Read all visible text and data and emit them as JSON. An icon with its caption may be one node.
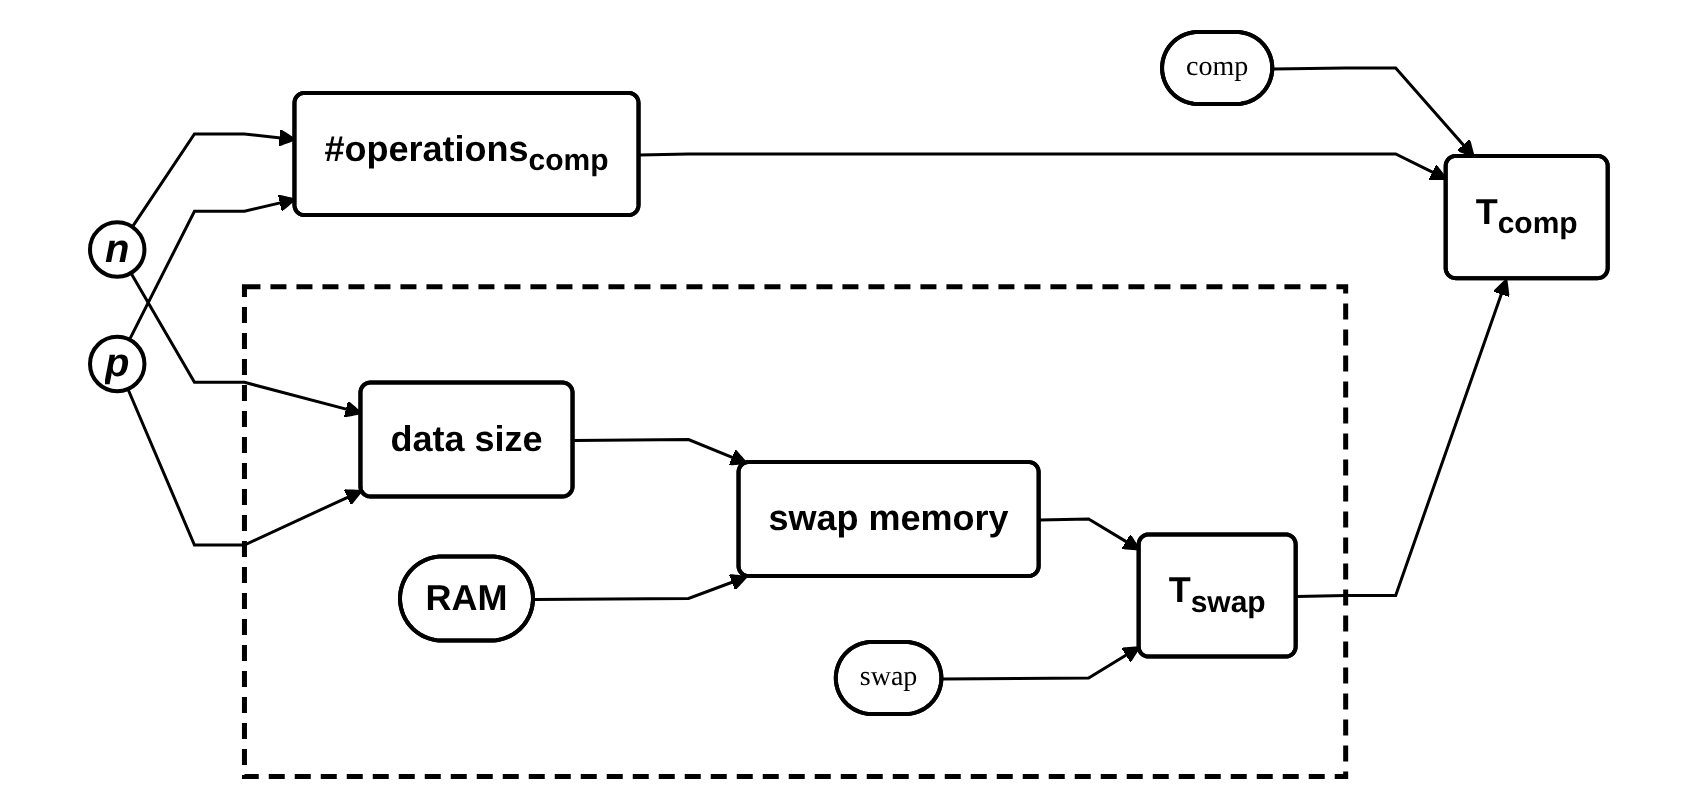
{
  "diagram": {
    "nodes": [
      {
        "text": [
          "n"
        ]
      },
      {
        "text": [
          "p"
        ]
      },
      {
        "text": [
          "comp"
        ]
      },
      {
        "text": [
          "#operations$_{comp}$"
        ]
      },
      {
        "text": [
          "T$_{comp}$"
        ]
      },
      {
        "text": [],
        "shape": "box"
      },
      {
        "text": [
          "data size"
        ],
        "in": 5
      },
      {
        "text": [
          "swap memory"
        ],
        "in": 5
      },
      {
        "text": [
          "T$_{swap}$"
        ],
        "in": 5
      },
      {
        "text": [
          "RAM"
        ],
        "in": 5
      },
      {
        "text": [
          "swap"
        ],
        "in": 5
      }
    ],
    "edges": [
      {
        "from": 0,
        "to": 3,
        "arrow": "to"
      },
      {
        "from": 0,
        "to": 6,
        "arrow": "to"
      },
      {
        "from": 1,
        "to": 3,
        "arrow": "to"
      },
      {
        "from": 1,
        "to": 6,
        "arrow": "to"
      },
      {
        "from": 2,
        "to": 4,
        "arrow": "to"
      },
      {
        "from": 3,
        "to": 4,
        "arrow": "to"
      },
      {
        "from": 8,
        "to": 4,
        "arrow": "to"
      },
      {
        "from": 6,
        "to": 7,
        "arrow": "to"
      },
      {
        "from": 9,
        "to": 7,
        "arrow": "to"
      },
      {
        "from": 7,
        "to": 8,
        "arrow": "to"
      },
      {
        "from": 10,
        "to": 8,
        "arrow": "to"
      }
    ]
  }
}
